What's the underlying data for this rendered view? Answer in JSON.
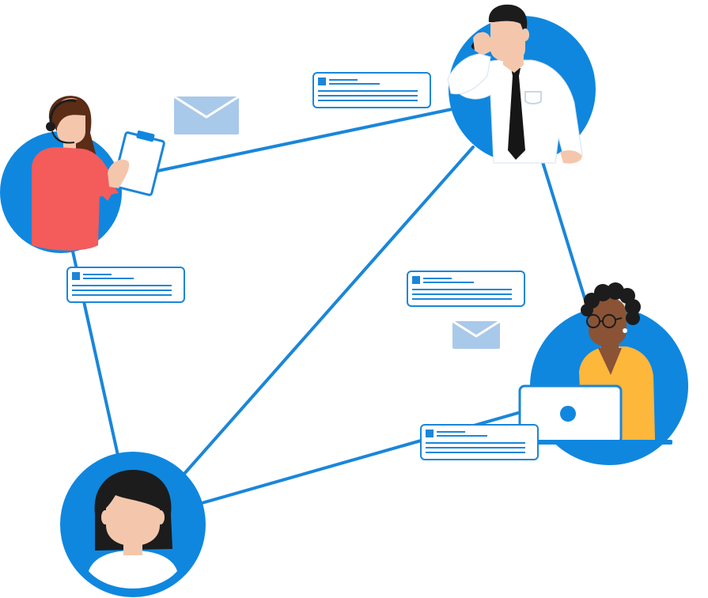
{
  "palette": {
    "blue": "#0f87df",
    "line_blue": "#1a86d9",
    "card_border": "#1a86d9",
    "card_text": "#1a86d9",
    "envelope": "#a9c9ea",
    "skin_light": "#f4c7ad",
    "skin_dark": "#8a5335",
    "hair_dark": "#1c1c1c",
    "hair_brown": "#5b2c16",
    "shirt_red": "#f45b5b",
    "shirt_white": "#ffffff",
    "shirt_yellow": "#fdb73b",
    "tie": "#161616"
  },
  "nodes": [
    {
      "id": "support-agent",
      "icon": "headset-person-icon"
    },
    {
      "id": "businessman",
      "icon": "phone-person-icon"
    },
    {
      "id": "laptop-user",
      "icon": "laptop-person-icon"
    },
    {
      "id": "woman-profile",
      "icon": "avatar-person-icon"
    }
  ],
  "edges": [
    [
      "support-agent",
      "businessman"
    ],
    [
      "businessman",
      "laptop-user"
    ],
    [
      "support-agent",
      "woman-profile"
    ],
    [
      "businessman",
      "woman-profile"
    ],
    [
      "woman-profile",
      "laptop-user"
    ]
  ],
  "messages": [
    {
      "icon": "message-card-icon"
    },
    {
      "icon": "message-card-icon"
    },
    {
      "icon": "message-card-icon"
    },
    {
      "icon": "message-card-icon"
    }
  ],
  "envelopes": [
    {
      "icon": "envelope-icon"
    },
    {
      "icon": "envelope-icon"
    }
  ]
}
